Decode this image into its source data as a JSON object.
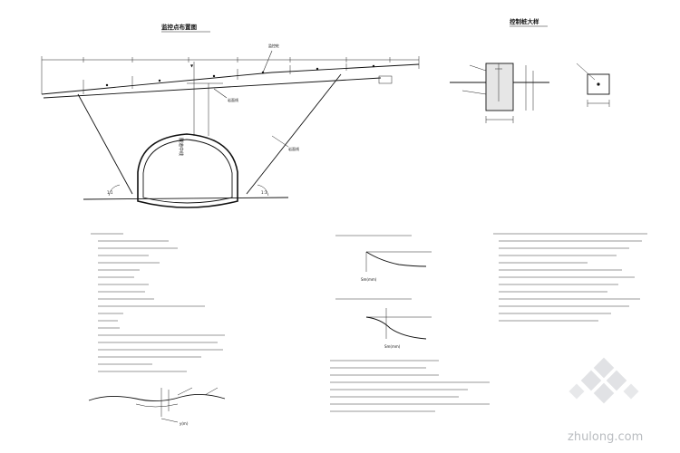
{
  "titles": {
    "layout": "监控点布置图",
    "detail": "控制桩大样"
  },
  "labels": {
    "rock_label": "岩面线",
    "left_mark": "1:1",
    "right_mark": "1:1",
    "center_text": "隧道中线",
    "monitor_pile": "监控桩",
    "bottom_label": "y(m)",
    "curve1_axis": "Sm(mm)",
    "curve2_axis": "Sm(mm)"
  },
  "watermark": {
    "brand": "zhulong.com"
  },
  "colors": {
    "line": "#111111",
    "watermark": "#b9bcc0"
  }
}
